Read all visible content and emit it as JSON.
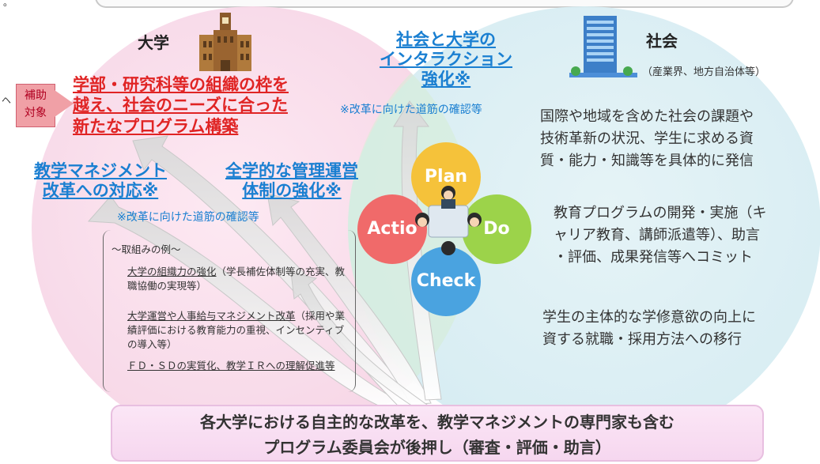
{
  "top_fragment": "。",
  "side_fragment": "ヘ",
  "university": {
    "label": "大学"
  },
  "society": {
    "label": "社会",
    "sub": "（産業界、地方自治体等）"
  },
  "badge": {
    "line1": "補助",
    "line2": "対象"
  },
  "red_heading": [
    "学部・研究科等の組織の枠を",
    "越え、社会のニーズに合った",
    "新たなプログラム構築"
  ],
  "interaction": {
    "lines": [
      "社会と大学の",
      "インタラクション",
      "強化※"
    ],
    "note": "※改革に向けた道筋の確認等"
  },
  "mgmt_reform": {
    "lines": [
      "教学マネジメント",
      "改革への対応※"
    ]
  },
  "governance": {
    "lines": [
      "全学的な管理運営",
      "体制の強化※"
    ],
    "note": "※改革に向けた道筋の確認等"
  },
  "examples": {
    "title": "～取組みの例～",
    "items": [
      {
        "underlined": "大学の組織力の強化",
        "rest": "（学長補佐体制等の充実、教職協働の実現等）"
      },
      {
        "underlined": "大学運営や人事給与マネジメント改革",
        "rest": "（採用や業績評価における教育能力の重視、インセンティブの導入等）"
      },
      {
        "underlined": "ＦＤ・ＳＤの実質化、教学ＩＲへの理",
        "rest": "解促進等"
      }
    ]
  },
  "society_text": {
    "p1": [
      "国際や地域を含めた社会の課題や",
      "技術革新の状況、学生に求める資",
      "質・能力・知識等を具体的に発信"
    ],
    "p2": [
      "教育プログラムの開発・実施（キ",
      "ャリア教育、講師派遣等）、助言",
      "・評価、成果発信等へコミット"
    ],
    "p3": [
      "学生の主体的な学修意欲の向上に",
      "資する就職・採用方法への移行"
    ]
  },
  "cycle": {
    "plan": "Plan",
    "do": "Do",
    "check": "Check",
    "action": "Actio"
  },
  "bottom": {
    "line1": "各大学における自主的な改革を、教学マネジメントの専門家も含む",
    "line2": "プログラム委員会が後押し（審査・評価・助言）"
  },
  "colors": {
    "blue": "#1a7fd1",
    "red": "#e02424",
    "plan": "#f5c23a",
    "do": "#9cd34a",
    "check": "#4aa3e0",
    "action": "#f06a6a"
  }
}
